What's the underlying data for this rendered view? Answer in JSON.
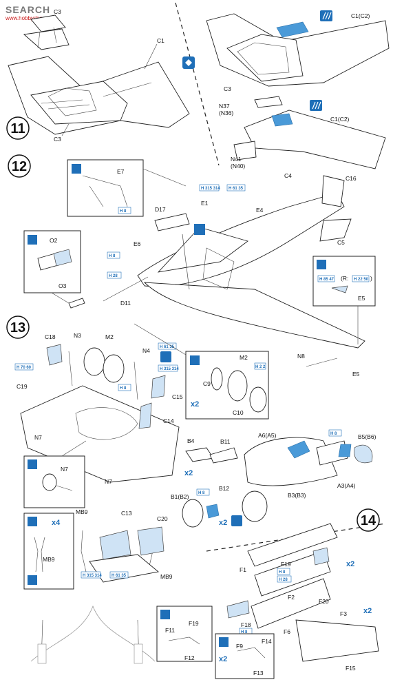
{
  "watermark": {
    "brand": "SEARCH",
    "sub": "www.hobbyshop.com"
  },
  "steps": [
    "11",
    "12",
    "13",
    "14"
  ],
  "colors": {
    "blue": "#4a9ad8",
    "light_blue": "#cfe3f5",
    "line": "#222222",
    "callout_bg": "#ffffff"
  },
  "parts": {
    "C1": "C1",
    "C1_C2_a": "C1(C2)",
    "C1_C2_b": "C1(C2)",
    "C3_a": "C3",
    "C3_b": "C3",
    "C3_c": "C3",
    "N37": "N37",
    "N36": "(N36)",
    "N41": "N41",
    "N40": "(N40)",
    "E7": "E7",
    "D17": "D17",
    "E1": "E1",
    "E4": "E4",
    "E6": "E6",
    "C4": "C4",
    "C16": "C16",
    "C5": "C5",
    "O2": "O2",
    "O3": "O3",
    "D11": "D11",
    "E5_a": "E5",
    "E5_b": "E5",
    "N8": "N8",
    "C18": "C18",
    "N3": "N3",
    "M2_a": "M2",
    "M2_b": "M2",
    "N4": "N4",
    "C19": "C19",
    "C15": "C15",
    "C14": "C14",
    "C9": "C9",
    "C10": "C10",
    "N7_a": "N7",
    "N7_b": "N7",
    "N7_c": "N7",
    "B4": "B4",
    "B11": "B11",
    "A6": "A6(A5)",
    "B5": "B5(B6)",
    "B3": "B3(B3)",
    "A3": "A3(A4)",
    "B1": "B1(B2)",
    "B12": "B12",
    "MB9_a": "MB9",
    "MB9_b": "MB9",
    "MB9_c": "MB9",
    "C13": "C13",
    "C20": "C20",
    "F1": "F1",
    "F19_a": "F19",
    "F19_b": "F19",
    "F2": "F2",
    "F20": "F20",
    "F3": "F3",
    "F18": "F18",
    "F11": "F11",
    "F12": "F12",
    "F6": "F6",
    "F9": "F9",
    "F14": "F14",
    "F13": "F13",
    "F15": "F15"
  },
  "paint_codes": {
    "h8_a": "H 8",
    "h8_b": "H 8",
    "h8_c": "H 8",
    "h8_d": "H 8",
    "h8_e": "H 8",
    "h8_f": "H 8",
    "h8_g": "H 8",
    "h28_a": "H 28",
    "h28_b": "H 28",
    "h61_35_a": "H 61 35",
    "h61_35_b": "H 61 35",
    "h61_35_c": "H 61 35",
    "h315_314_a": "H 315 314",
    "h315_314_b": "H 315 314",
    "h315_314_c": "H 315 314",
    "h70_60": "H 70 60",
    "h85_47": "H 85 47",
    "h2_2": "H 2 2",
    "r_label": "(R:",
    "r_code": "H 22 50",
    "r_close": ")"
  },
  "multipliers": {
    "x2_a": "x2",
    "x2_b": "x2",
    "x2_c": "x2",
    "x2_d": "x2",
    "x2_e": "x2",
    "x2_f": "x2",
    "x4": "x4"
  }
}
